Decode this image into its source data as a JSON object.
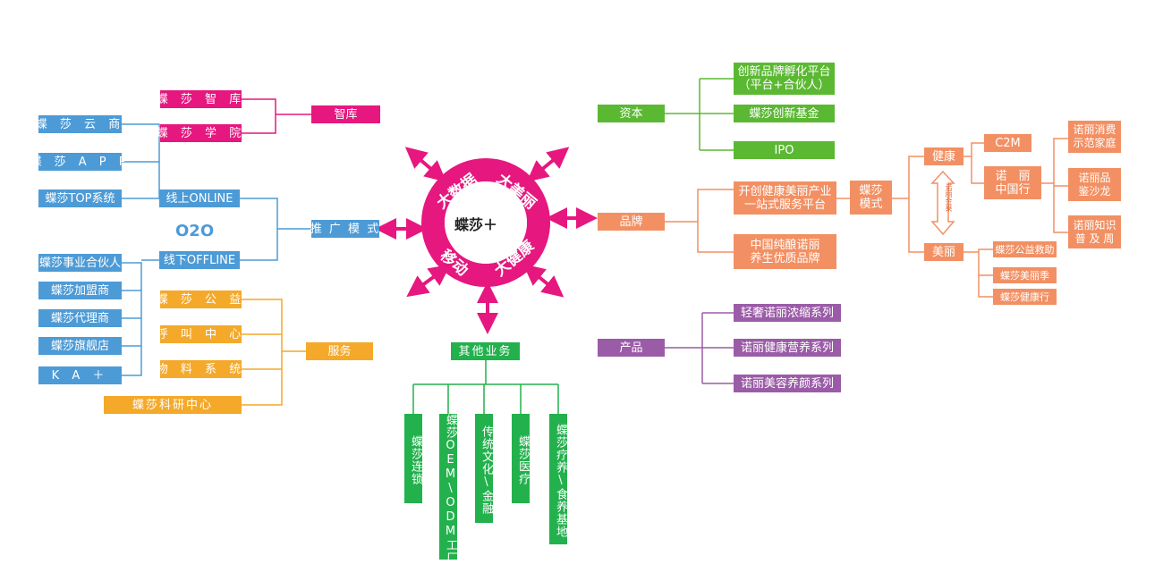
{
  "center": {
    "core": "蝶莎＋",
    "ring": [
      "大数据",
      "大美丽",
      "大健康",
      "移动"
    ]
  },
  "left": {
    "o2o_label": "O2O",
    "think_tank": {
      "label": "智库",
      "items": [
        "蝶 莎 智 库",
        "蝶 莎 学 院"
      ]
    },
    "promotion": {
      "label": "推 广 模 式",
      "online": {
        "label": "线上ONLINE",
        "items": [
          "蝶 莎 云 商",
          "蝶 莎 A P P",
          "蝶莎TOP系统"
        ]
      },
      "offline": {
        "label": "线下OFFLINE",
        "items": [
          "蝶莎事业合伙人",
          "蝶莎加盟商",
          "蝶莎代理商",
          "蝶莎旗舰店",
          "K A ＋"
        ]
      }
    },
    "service": {
      "label": "服务",
      "items": [
        "蝶 莎 公 益",
        "呼 叫 中 心",
        "物 料 系 统",
        "蝶莎科研中心"
      ]
    }
  },
  "bottom": {
    "label": "其他业务",
    "items": [
      "蝶莎连锁",
      "蝶莎OEM\\ODM工厂",
      "传统文化\\金融",
      "蝶莎医疗",
      "蝶莎疗养\\食养基地"
    ]
  },
  "right": {
    "capital": {
      "label": "资本",
      "items": [
        {
          "line1": "创新品牌孵化平台",
          "line2": "（平台+合伙人）"
        },
        {
          "line1": "蝶莎创新基金",
          "line2": ""
        },
        {
          "line1": "IPO",
          "line2": ""
        }
      ]
    },
    "brand": {
      "label": "品牌",
      "items": [
        {
          "line1": "开创健康美丽产业",
          "line2": "一站式服务平台"
        },
        {
          "line1": "中国纯酿诺丽",
          "line2": "养生优质品牌"
        }
      ],
      "model": {
        "line1": "蝶莎",
        "line2": "模式",
        "health": {
          "label": "健康",
          "c2m": "C2M",
          "noli_line1": "诺　丽",
          "noli_line2": "中国行"
        },
        "beauty": {
          "label": "美丽",
          "items": [
            "蝶莎公益救助",
            "蝶莎美丽季",
            "蝶莎健康行"
          ]
        },
        "arrow_text": "诺丽金果",
        "far_right": [
          {
            "line1": "诺丽消费",
            "line2": "示范家庭"
          },
          {
            "line1": "诺丽品",
            "line2": "鉴沙龙"
          },
          {
            "line1": "诺丽知识",
            "line2": "普 及 周"
          }
        ]
      }
    },
    "product": {
      "label": "产品",
      "items": [
        "轻奢诺丽浓缩系列",
        "诺丽健康营养系列",
        "诺丽美容养颜系列"
      ]
    }
  },
  "colors": {
    "blue": "#4d9bd6",
    "pink": "#e6177f",
    "orange": "#f4a92a",
    "salmon": "#f29063",
    "green": "#23b14d",
    "lime": "#5bb832",
    "purple": "#9b5ca7"
  }
}
